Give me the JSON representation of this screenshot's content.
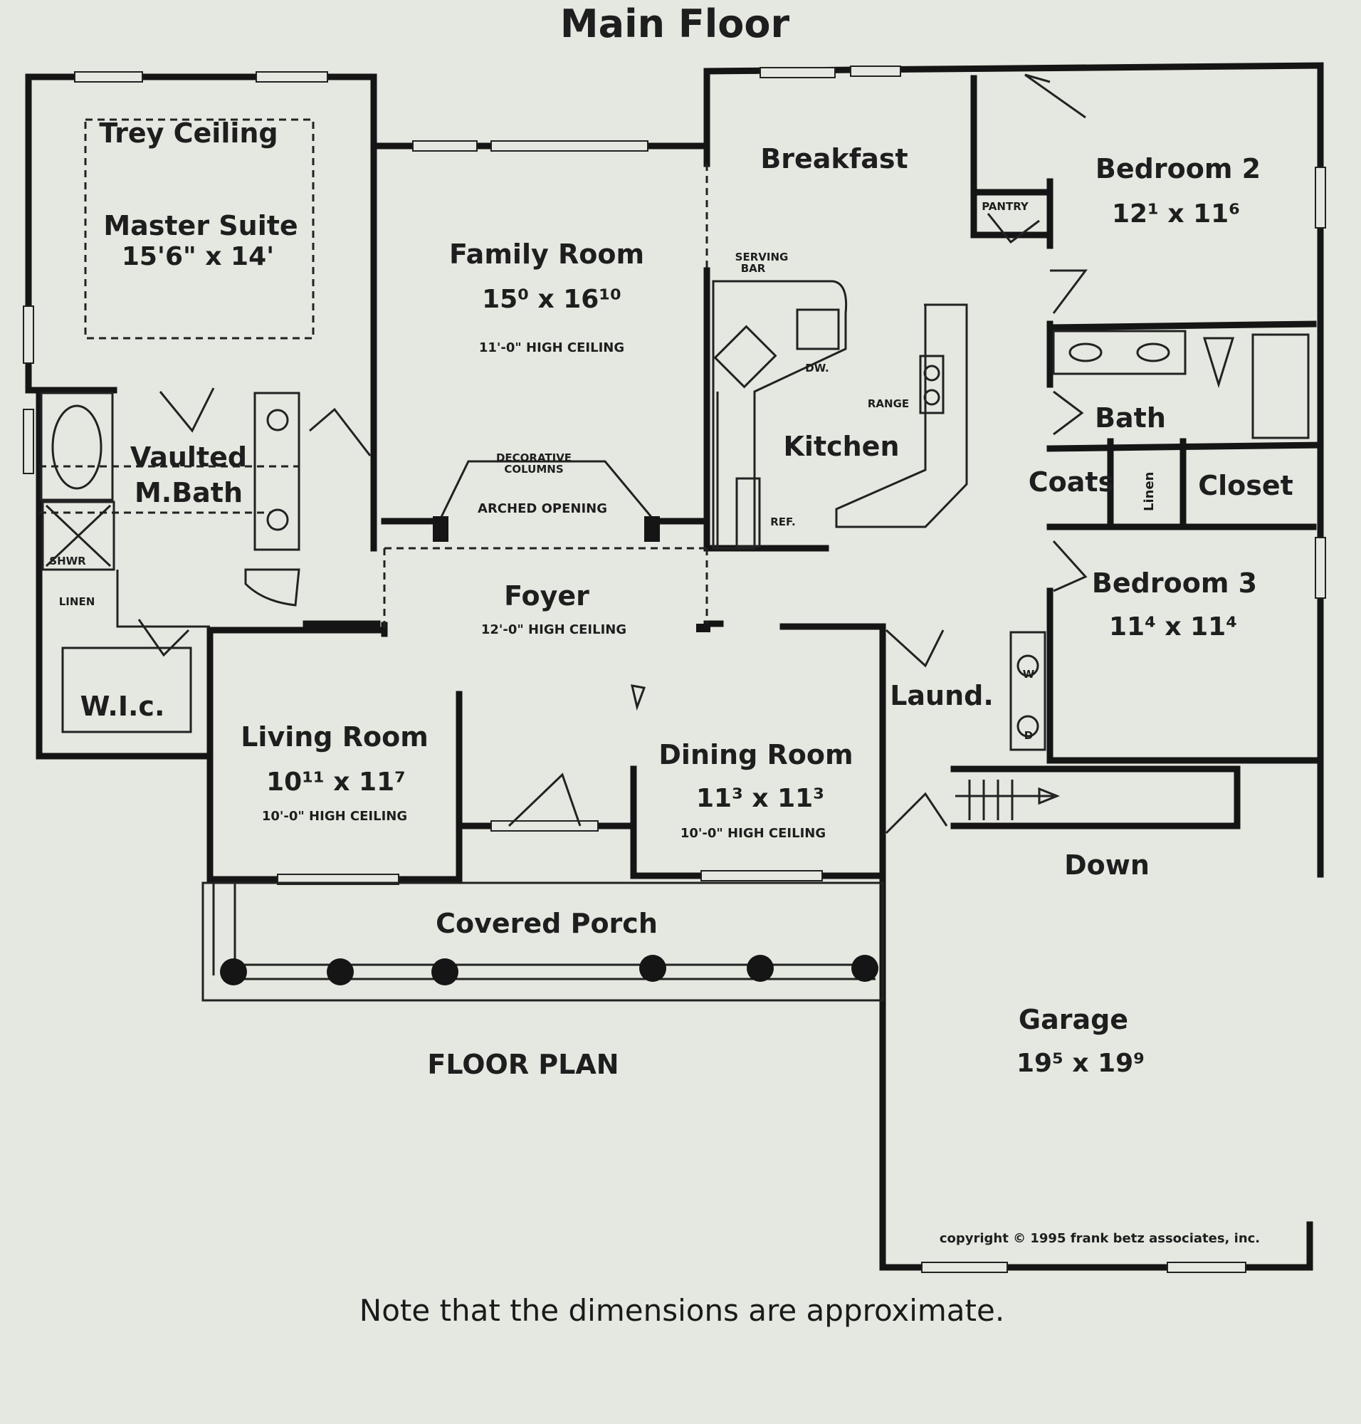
{
  "title": "Main Floor",
  "plan_label": "FLOOR PLAN",
  "note": "Note that the dimensions are approximate.",
  "copyright": "copyright © 1995 frank betz associates, inc.",
  "rooms": {
    "master_suite": {
      "name": "Master Suite",
      "dims": "15'6\" x 14'",
      "ceiling_label": "Trey Ceiling"
    },
    "family_room": {
      "name": "Family Room",
      "dims": "15⁰ x 16¹⁰",
      "ceiling": "11'-0\" HIGH CEILING"
    },
    "breakfast": {
      "name": "Breakfast"
    },
    "bedroom2": {
      "name": "Bedroom 2",
      "dims": "12¹ x 11⁶"
    },
    "master_bath": {
      "name_line1": "Vaulted",
      "name_line2": "M.Bath"
    },
    "kitchen": {
      "name": "Kitchen"
    },
    "bath": {
      "name": "Bath"
    },
    "coats": {
      "name": "Coats"
    },
    "linen_closet": {
      "name": "Linen"
    },
    "closet": {
      "name": "Closet"
    },
    "foyer": {
      "name": "Foyer",
      "ceiling": "12'-0\" HIGH CEILING"
    },
    "bedroom3": {
      "name": "Bedroom 3",
      "dims": "11⁴ x 11⁴"
    },
    "wic": {
      "name": "W.I.c."
    },
    "living_room": {
      "name": "Living Room",
      "dims": "10¹¹ x 11⁷",
      "ceiling": "10'-0\" HIGH CEILING"
    },
    "dining_room": {
      "name": "Dining Room",
      "dims": "11³ x 11³",
      "ceiling": "10'-0\" HIGH CEILING"
    },
    "laundry": {
      "name": "Laund."
    },
    "porch": {
      "name": "Covered Porch"
    },
    "garage": {
      "name": "Garage",
      "dims": "19⁵ x 19⁹"
    }
  },
  "labels": {
    "pantry": "PANTRY",
    "serving_bar_1": "SERVING",
    "serving_bar_2": "BAR",
    "dw": "DW.",
    "range": "RANGE",
    "ref": "REF.",
    "decorative_columns_1": "DECORATIVE",
    "decorative_columns_2": "COLUMNS",
    "arched_opening": "ARCHED OPENING",
    "shower": "SHWR",
    "linen": "LINEN",
    "washer": "W",
    "dryer": "D",
    "stairs_down": "Down"
  }
}
